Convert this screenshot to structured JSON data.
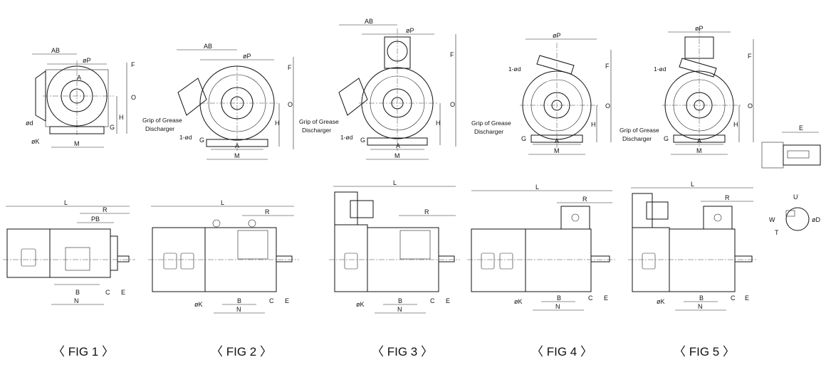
{
  "figures": [
    {
      "id": "fig1",
      "caption": "〈 FIG 1 〉",
      "front_labels": {
        "AB": "AB",
        "P": "øP",
        "F": "F",
        "O": "O",
        "H": "H",
        "G": "G",
        "d": "ød",
        "K": "øK",
        "M": "M",
        "A": "A"
      },
      "side_labels": {
        "L": "L",
        "R": "R",
        "PB": "PB",
        "B": "B",
        "N": "N",
        "C": "C",
        "E": "E"
      }
    },
    {
      "id": "fig2",
      "caption": "〈 FIG 2 〉",
      "front_labels": {
        "AB": "AB",
        "P": "øP",
        "F": "F",
        "O": "O",
        "H": "H",
        "G": "G",
        "d": "1-ød",
        "A": "A",
        "M": "M",
        "grease1": "Grip of Grease",
        "grease2": "Discharger"
      },
      "side_labels": {
        "L": "L",
        "R": "R",
        "B": "B",
        "N": "N",
        "C": "C",
        "E": "E",
        "K": "øK"
      }
    },
    {
      "id": "fig3",
      "caption": "〈 FIG 3 〉",
      "front_labels": {
        "AB": "AB",
        "P": "øP",
        "F": "F",
        "O": "O",
        "H": "H",
        "G": "G",
        "d": "1-ød",
        "A": "A",
        "M": "M",
        "grease1": "Grip of Grease",
        "grease2": "Discharger"
      },
      "side_labels": {
        "L": "L",
        "R": "R",
        "B": "B",
        "N": "N",
        "C": "C",
        "E": "E",
        "K": "øK"
      }
    },
    {
      "id": "fig4",
      "caption": "〈 FIG 4 〉",
      "front_labels": {
        "P": "øP",
        "F": "F",
        "O": "O",
        "H": "H",
        "G": "G",
        "d": "1-ød",
        "A": "A",
        "M": "M",
        "grease1": "Grip of Grease",
        "grease2": "Discharger"
      },
      "side_labels": {
        "L": "L",
        "R": "R",
        "B": "B",
        "N": "N",
        "C": "C",
        "E": "E",
        "K": "øK"
      }
    },
    {
      "id": "fig5",
      "caption": "〈 FIG 5 〉",
      "front_labels": {
        "P": "øP",
        "F": "F",
        "O": "O",
        "H": "H",
        "G": "G",
        "d": "1-ød",
        "A": "A",
        "M": "M",
        "grease1": "Grip of Grease",
        "grease2": "Discharger"
      },
      "side_labels": {
        "L": "L",
        "R": "R",
        "B": "B",
        "N": "N",
        "C": "C",
        "E": "E",
        "K": "øK"
      }
    }
  ],
  "shaft_detail": {
    "E": "E",
    "U": "U",
    "W": "W",
    "T": "T",
    "D": "øD"
  }
}
